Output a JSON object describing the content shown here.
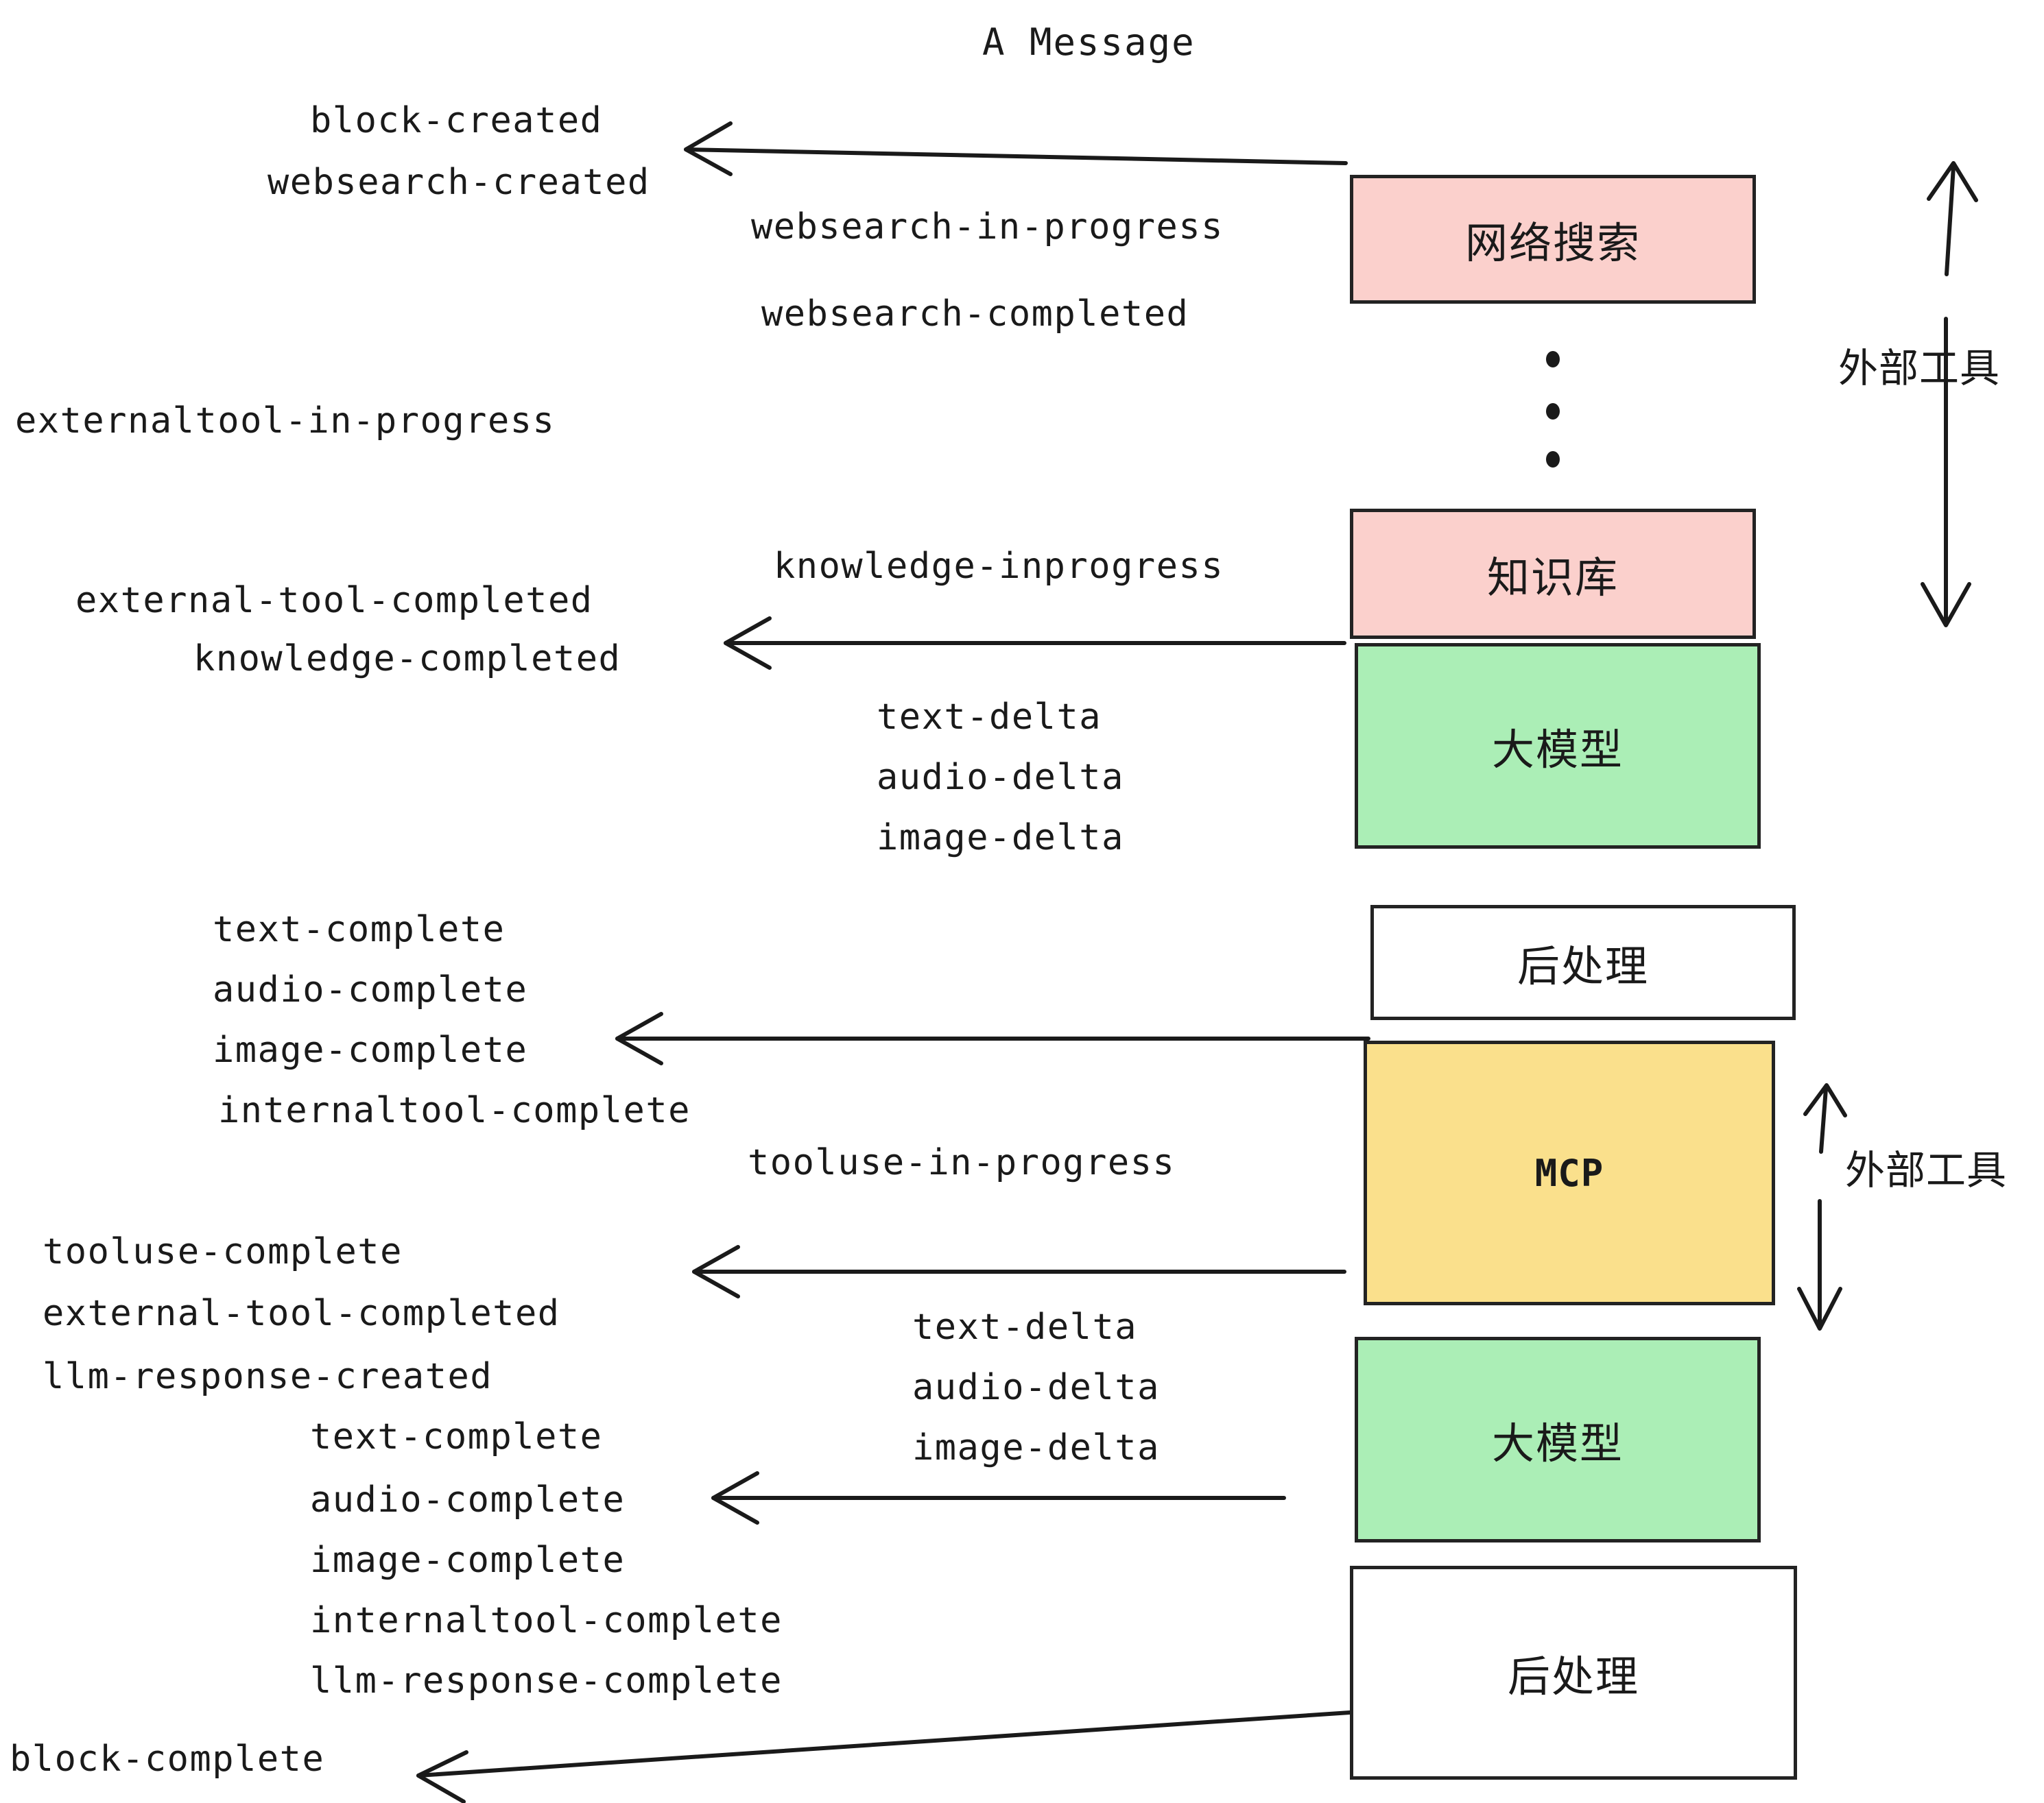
{
  "title": "A Message",
  "colors": {
    "pink": "#fbd0cc",
    "green": "#abeeb6",
    "yellow": "#fae08c",
    "white": "#ffffff",
    "stroke": "#232323",
    "text": "#1a1a1a"
  },
  "boxes": [
    {
      "id": "websearch",
      "label": "网络搜索",
      "fill": "#fbd0cc"
    },
    {
      "id": "knowledge",
      "label": "知识库",
      "fill": "#fbd0cc"
    },
    {
      "id": "llm-top",
      "label": "大模型",
      "fill": "#abeeb6"
    },
    {
      "id": "postprocess-top",
      "label": "后处理",
      "fill": "#ffffff"
    },
    {
      "id": "mcp",
      "label": "MCP",
      "fill": "#fae08c"
    },
    {
      "id": "llm-bottom",
      "label": "大模型",
      "fill": "#abeeb6"
    },
    {
      "id": "postprocess-bottom",
      "label": "后处理",
      "fill": "#ffffff"
    }
  ],
  "side_annotations": [
    {
      "id": "external-tool-top",
      "label": "外部工具"
    },
    {
      "id": "external-tool-bottom",
      "label": "外部工具"
    }
  ],
  "events": {
    "block_created": "block-created",
    "websearch_created": "websearch-created",
    "websearch_in_progress": "websearch-in-progress",
    "websearch_completed": "websearch-completed",
    "externaltool_in_progress": "externaltool-in-progress",
    "knowledge_inprogress": "knowledge-inprogress",
    "external_tool_completed_1": "external-tool-completed",
    "knowledge_completed": "knowledge-completed",
    "text_delta_1": "text-delta",
    "audio_delta_1": "audio-delta",
    "image_delta_1": "image-delta",
    "text_complete_1": "text-complete",
    "audio_complete_1": "audio-complete",
    "image_complete_1": "image-complete",
    "internaltool_complete_1": "internaltool-complete",
    "tooluse_in_progress": "tooluse-in-progress",
    "tooluse_complete": "tooluse-complete",
    "external_tool_completed_2": "external-tool-completed",
    "llm_response_created": "llm-response-created",
    "text_delta_2": "text-delta",
    "audio_delta_2": "audio-delta",
    "image_delta_2": "image-delta",
    "text_complete_2": "text-complete",
    "audio_complete_2": "audio-complete",
    "image_complete_2": "image-complete",
    "internaltool_complete_2": "internaltool-complete",
    "llm_response_complete": "llm-response-complete",
    "block_complete": "block-complete"
  }
}
